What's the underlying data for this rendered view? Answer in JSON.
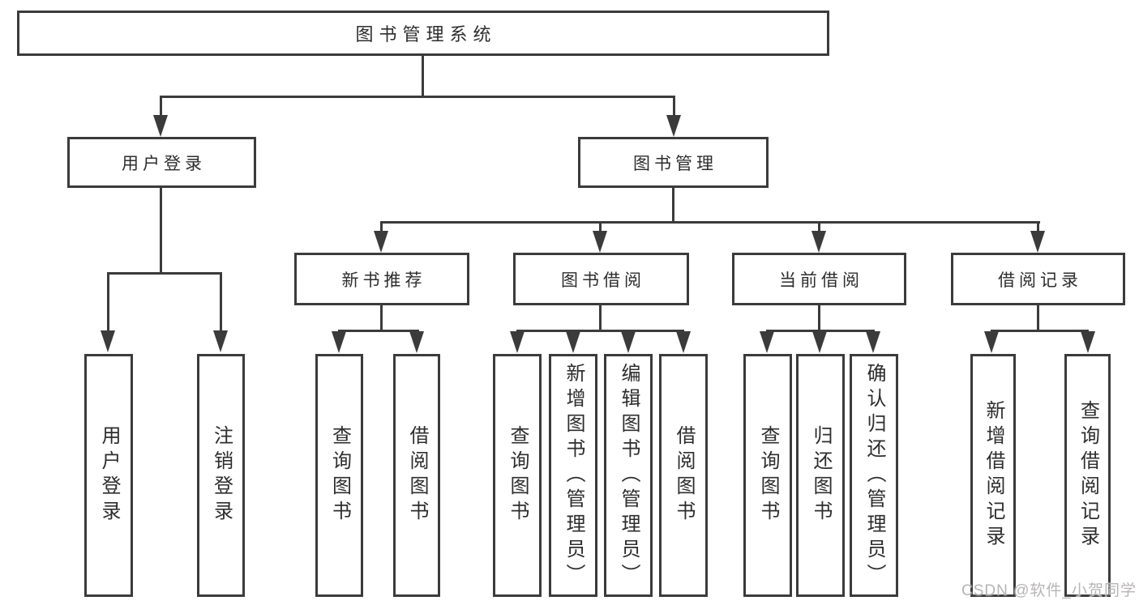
{
  "tree": {
    "root": {
      "label": "图书管理系统",
      "children": [
        {
          "label": "用户登录",
          "children": [
            {
              "label": "用户登录"
            },
            {
              "label": "注销登录"
            }
          ]
        },
        {
          "label": "图书管理",
          "children": [
            {
              "label": "新书推荐",
              "children": [
                {
                  "label": "查询图书"
                },
                {
                  "label": "借阅图书"
                }
              ]
            },
            {
              "label": "图书借阅",
              "children": [
                {
                  "label": "查询图书"
                },
                {
                  "label": "新增图书（管理员）"
                },
                {
                  "label": "编辑图书（管理员）"
                },
                {
                  "label": "借阅图书"
                }
              ]
            },
            {
              "label": "当前借阅",
              "children": [
                {
                  "label": "查询图书"
                },
                {
                  "label": "归还图书"
                },
                {
                  "label": "确认归还（管理员）"
                }
              ]
            },
            {
              "label": "借阅记录",
              "children": [
                {
                  "label": "新增借阅记录"
                },
                {
                  "label": "查询借阅记录"
                }
              ]
            }
          ]
        }
      ]
    }
  },
  "watermark": {
    "text": "CSDN @软件_小贺同学"
  },
  "colors": {
    "line": "#3b3b3b",
    "text": "#2d2d2d",
    "watermark": "#b7b4b6",
    "background": "#ffffff"
  }
}
